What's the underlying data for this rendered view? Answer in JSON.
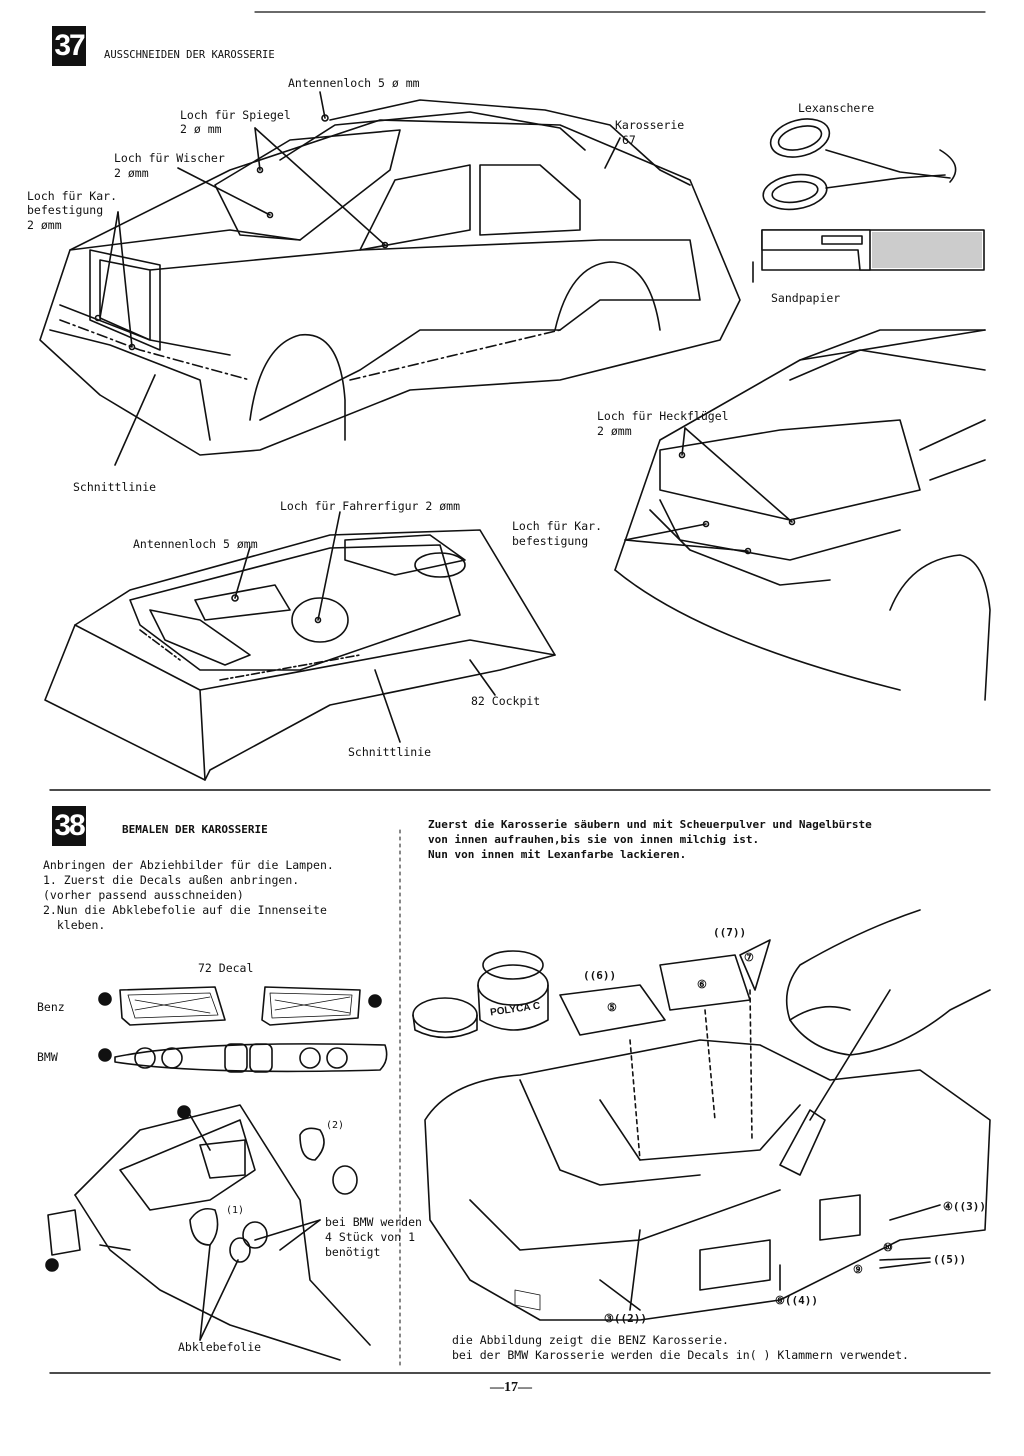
{
  "step37": {
    "number": "37",
    "title": "AUSSCHNEIDEN DER KAROSSERIE",
    "labels": {
      "antennenloch_top": "Antennenloch 5 ø mm",
      "loch_spiegel_1": "Loch für Spiegel",
      "loch_spiegel_2": "2 ø mm",
      "loch_wischer_1": "Loch für Wischer",
      "loch_wischer_2": "2 ømm",
      "loch_kar_1": "Loch für Kar.",
      "loch_kar_2": "befestigung",
      "loch_kar_3": "2 ømm",
      "karosserie_1": "Karosserie",
      "karosserie_2": "67",
      "lexanschere": "Lexanschere",
      "sandpapier": "Sandpapier",
      "schnittlinie_1": "Schnittlinie",
      "loch_heckfluegel_1": "Loch für Heckflügel",
      "loch_heckfluegel_2": "2 ømm",
      "loch_fahrerfigur": "Loch für Fahrerfigur 2 ømm",
      "antennenloch_cockpit": "Antennenloch 5 ømm",
      "loch_kar_rear_1": "Loch für Kar.",
      "loch_kar_rear_2": "befestigung",
      "cockpit": "82 Cockpit",
      "schnittlinie_2": "Schnittlinie"
    }
  },
  "step38": {
    "number": "38",
    "title": "BEMALEN DER KAROSSERIE",
    "left_text": [
      "Anbringen der Abziehbilder für die Lampen.",
      "1. Zuerst die Decals außen anbringen.",
      "(vorher passend ausschneiden)",
      "2.Nun die Abklebefolie auf die Innenseite",
      "  kleben."
    ],
    "right_text": [
      "Zuerst die Karosserie säubern und mit Scheuerpulver und Nagelbürste",
      "von innen aufrauhen,bis sie von innen milchig ist.",
      "Nun von innen mit Lexanfarbe lackieren."
    ],
    "decal_title": "72 Decal",
    "benz": "Benz",
    "bmw": "BMW",
    "bmw_note": [
      "bei BMW werden",
      "4 Stück von 1",
      "benötigt"
    ],
    "abklebefolie": "Abklebefolie",
    "paint_label": "POLYCA C",
    "caption": [
      "die Abbildung zeigt die BENZ Karosserie.",
      "bei der BMW Karosserie werden die Decals in( ) Klammern verwendet."
    ],
    "callouts": {
      "c6": "((6))",
      "c5": "⑤",
      "c6b": "⑥",
      "c7a": "((7))",
      "c7b": "⑦",
      "c4": "④((3))",
      "c5b": "((5))",
      "c10": "⑩",
      "c9": "⑨",
      "c8": "⑧((4))",
      "c3": "③((2))",
      "c2": "(2)",
      "c1": "(1)"
    }
  },
  "page_number": "—17—"
}
